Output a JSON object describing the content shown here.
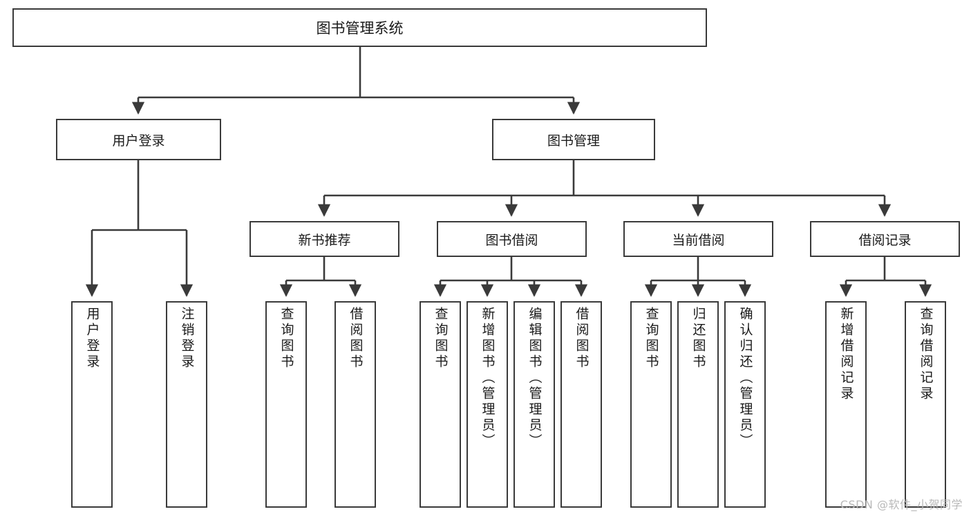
{
  "diagram": {
    "type": "tree-hierarchy",
    "title": "图书管理系统",
    "root": {
      "label": "图书管理系统"
    },
    "level1": [
      {
        "label": "用户登录"
      },
      {
        "label": "图书管理"
      }
    ],
    "level2": [
      {
        "label": "新书推荐",
        "parent": "图书管理"
      },
      {
        "label": "图书借阅",
        "parent": "图书管理"
      },
      {
        "label": "当前借阅",
        "parent": "图书管理"
      },
      {
        "label": "借阅记录",
        "parent": "图书管理"
      }
    ],
    "leaves": {
      "user_login": [
        {
          "label": "用户登录"
        },
        {
          "label": "注销登录"
        }
      ],
      "new_book_recommend": [
        {
          "label": "查询图书"
        },
        {
          "label": "借阅图书"
        }
      ],
      "book_borrow": [
        {
          "label": "查询图书"
        },
        {
          "label": "新增图书（管理员）"
        },
        {
          "label": "编辑图书（管理员）"
        },
        {
          "label": "借阅图书"
        }
      ],
      "current_borrow": [
        {
          "label": "查询图书"
        },
        {
          "label": "归还图书"
        },
        {
          "label": "确认归还（管理员）"
        }
      ],
      "borrow_record": [
        {
          "label": "新增借阅记录"
        },
        {
          "label": "查询借阅记录"
        }
      ]
    }
  },
  "watermark": {
    "text": "CSDN @软件_小贺同学"
  },
  "colors": {
    "box_border": "#3a3a3a",
    "connector": "#3a3a3a",
    "background": "#ffffff",
    "text": "#1a1a1a",
    "watermark": "#b9b9b9"
  }
}
